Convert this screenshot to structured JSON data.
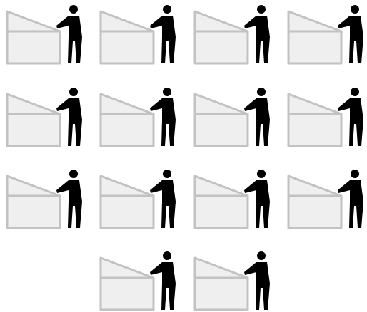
{
  "figure": {
    "description_icon": "person-with-cabinet-icon",
    "rows": [
      4,
      4,
      4,
      2
    ],
    "colors": {
      "cabinet_fill": "#efefef",
      "cabinet_stroke": "#c2c2c2",
      "person": "#000000",
      "background": "#ffffff"
    }
  }
}
